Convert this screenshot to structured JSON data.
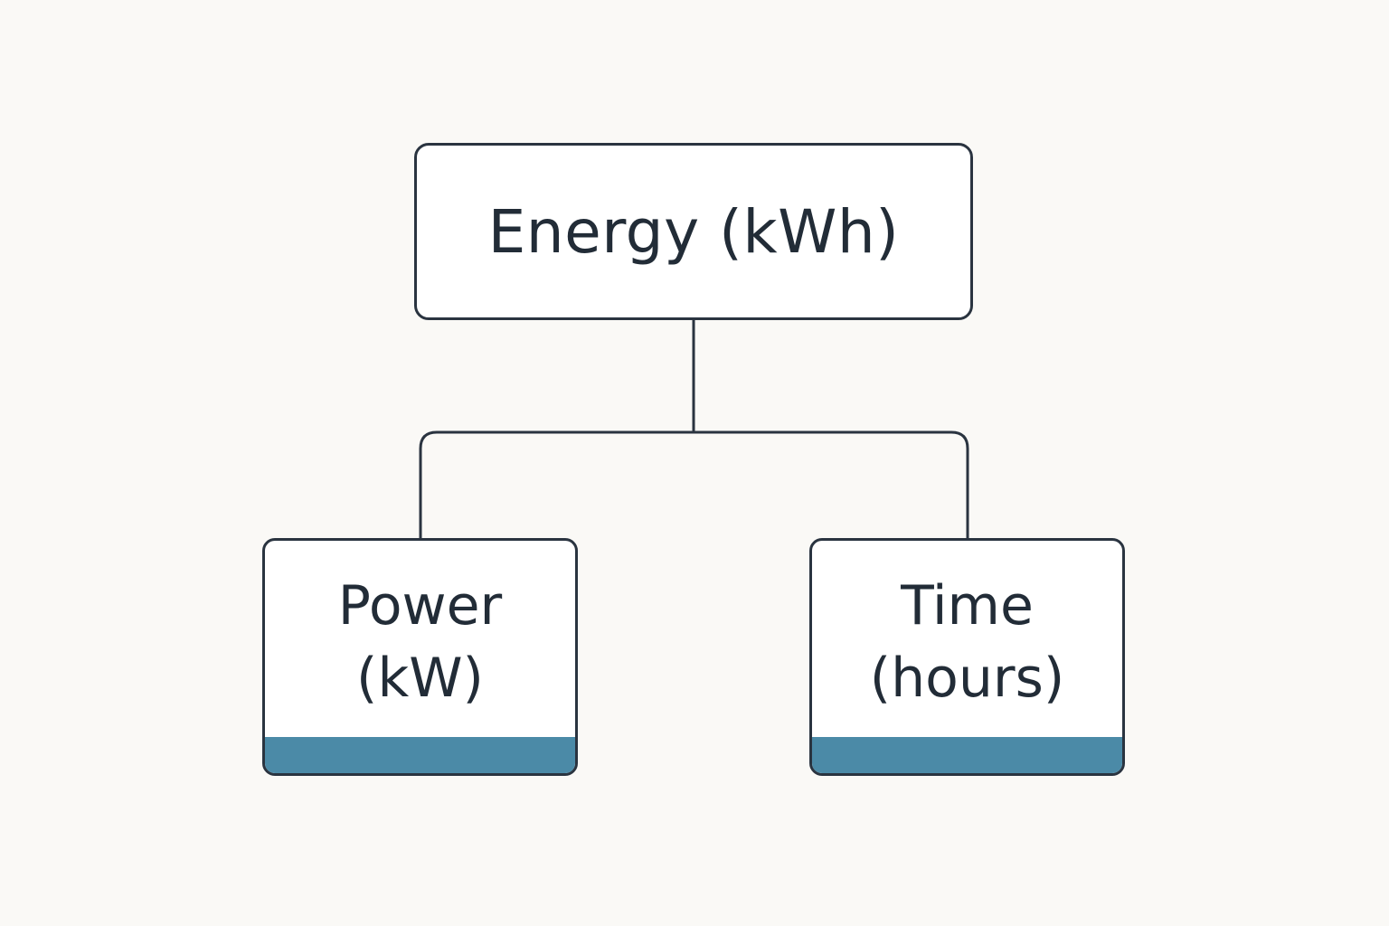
{
  "diagram": {
    "root": {
      "label": "Energy (kWh)"
    },
    "children": [
      {
        "line1": "Power",
        "line2": "(kW)"
      },
      {
        "line1": "Time",
        "line2": "(hours)"
      }
    ]
  },
  "colors": {
    "background": "#faf9f6",
    "stroke": "#2a3440",
    "text": "#222c37",
    "accent": "#4b8aa7"
  }
}
